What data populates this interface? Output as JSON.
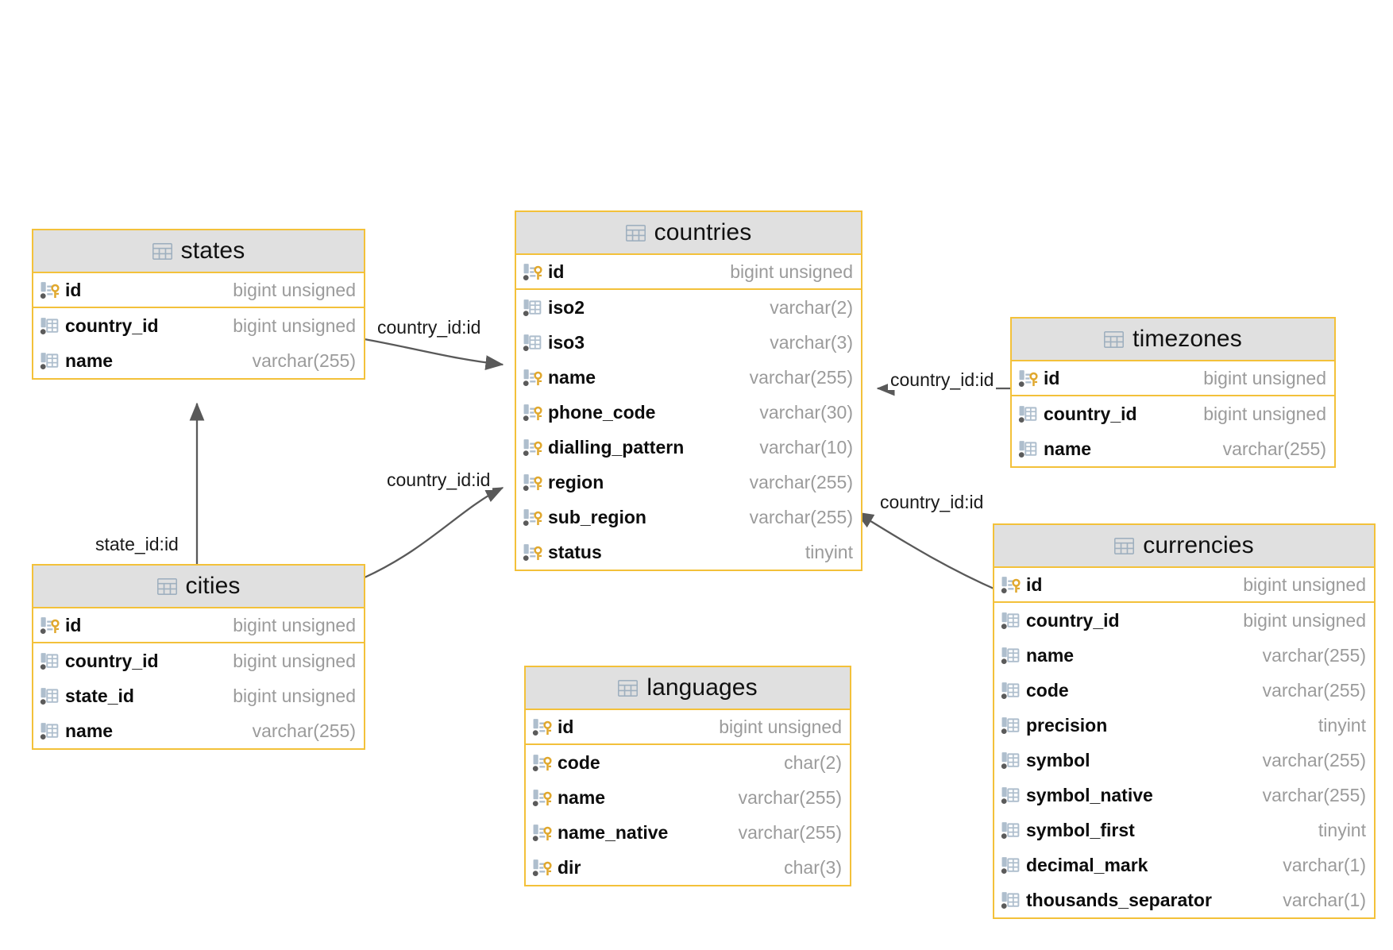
{
  "diagram": {
    "kind": "entity-relationship-diagram",
    "accent_border": "#f3c13a",
    "header_fill": "#e0e0e0",
    "type_color": "#9b9b9b",
    "edge_color": "#595959",
    "key_color": "#e0a82e"
  },
  "tables": {
    "states": {
      "name": "states",
      "columns": [
        {
          "name": "id",
          "type": "bigint unsigned",
          "key": true
        },
        {
          "name": "country_id",
          "type": "bigint unsigned",
          "key": false
        },
        {
          "name": "name",
          "type": "varchar(255)",
          "key": false
        }
      ]
    },
    "cities": {
      "name": "cities",
      "columns": [
        {
          "name": "id",
          "type": "bigint unsigned",
          "key": true
        },
        {
          "name": "country_id",
          "type": "bigint unsigned",
          "key": false
        },
        {
          "name": "state_id",
          "type": "bigint unsigned",
          "key": false
        },
        {
          "name": "name",
          "type": "varchar(255)",
          "key": false
        }
      ]
    },
    "countries": {
      "name": "countries",
      "columns": [
        {
          "name": "id",
          "type": "bigint unsigned",
          "key": true
        },
        {
          "name": "iso2",
          "type": "varchar(2)",
          "key": false
        },
        {
          "name": "iso3",
          "type": "varchar(3)",
          "key": false
        },
        {
          "name": "name",
          "type": "varchar(255)",
          "key": true
        },
        {
          "name": "phone_code",
          "type": "varchar(30)",
          "key": true
        },
        {
          "name": "dialling_pattern",
          "type": "varchar(10)",
          "key": true
        },
        {
          "name": "region",
          "type": "varchar(255)",
          "key": true
        },
        {
          "name": "sub_region",
          "type": "varchar(255)",
          "key": true
        },
        {
          "name": "status",
          "type": "tinyint",
          "key": true
        }
      ]
    },
    "languages": {
      "name": "languages",
      "columns": [
        {
          "name": "id",
          "type": "bigint unsigned",
          "key": true
        },
        {
          "name": "code",
          "type": "char(2)",
          "key": true
        },
        {
          "name": "name",
          "type": "varchar(255)",
          "key": true
        },
        {
          "name": "name_native",
          "type": "varchar(255)",
          "key": true
        },
        {
          "name": "dir",
          "type": "char(3)",
          "key": true
        }
      ]
    },
    "timezones": {
      "name": "timezones",
      "columns": [
        {
          "name": "id",
          "type": "bigint unsigned",
          "key": true
        },
        {
          "name": "country_id",
          "type": "bigint unsigned",
          "key": false
        },
        {
          "name": "name",
          "type": "varchar(255)",
          "key": false
        }
      ]
    },
    "currencies": {
      "name": "currencies",
      "columns": [
        {
          "name": "id",
          "type": "bigint unsigned",
          "key": true
        },
        {
          "name": "country_id",
          "type": "bigint unsigned",
          "key": false
        },
        {
          "name": "name",
          "type": "varchar(255)",
          "key": false
        },
        {
          "name": "code",
          "type": "varchar(255)",
          "key": false
        },
        {
          "name": "precision",
          "type": "tinyint",
          "key": false
        },
        {
          "name": "symbol",
          "type": "varchar(255)",
          "key": false
        },
        {
          "name": "symbol_native",
          "type": "varchar(255)",
          "key": false
        },
        {
          "name": "symbol_first",
          "type": "tinyint",
          "key": false
        },
        {
          "name": "decimal_mark",
          "type": "varchar(1)",
          "key": false
        },
        {
          "name": "thousands_separator",
          "type": "varchar(1)",
          "key": false
        }
      ]
    }
  },
  "relationships": [
    {
      "id": "states-countries",
      "label": "country_id:id",
      "from": "states",
      "to": "countries"
    },
    {
      "id": "cities-countries",
      "label": "country_id:id",
      "from": "cities",
      "to": "countries"
    },
    {
      "id": "cities-states",
      "label": "state_id:id",
      "from": "cities",
      "to": "states"
    },
    {
      "id": "timezones-countries",
      "label": "country_id:id",
      "from": "timezones",
      "to": "countries"
    },
    {
      "id": "currencies-countries",
      "label": "country_id:id",
      "from": "currencies",
      "to": "countries"
    }
  ]
}
